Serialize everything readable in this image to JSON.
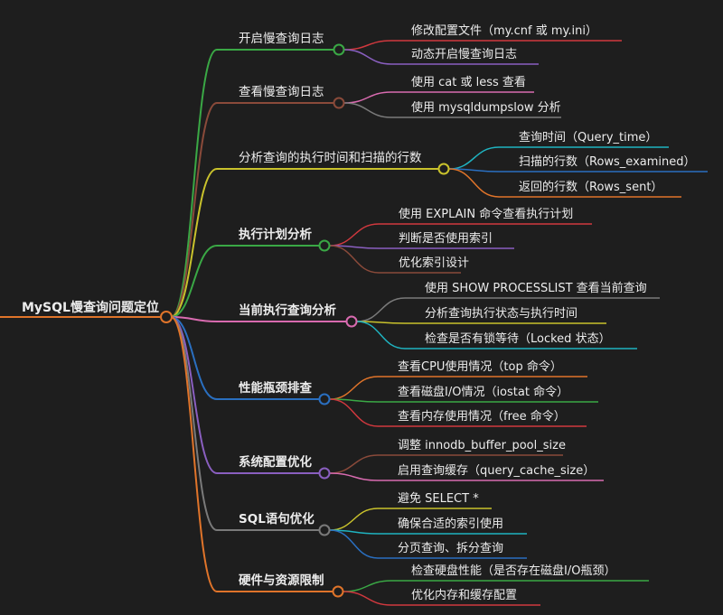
{
  "root": {
    "label": "MySQL慢查询问题定位",
    "color": "#e0742a"
  },
  "branches": [
    {
      "label": "开启慢查询日志",
      "bold": false,
      "color": "#3aa845",
      "node_color": "#3aa845",
      "children": [
        {
          "label": "修改配置文件（my.cnf 或 my.ini）",
          "color": "#d0383e"
        },
        {
          "label": "动态开启慢查询日志",
          "color": "#8a5fc0"
        }
      ]
    },
    {
      "label": "查看慢查询日志",
      "bold": false,
      "color": "#8a4a3a",
      "node_color": "#8a4a3a",
      "children": [
        {
          "label": "使用 cat 或 less 查看",
          "color": "#d96bb0"
        },
        {
          "label": "使用 mysqldumpslow 分析",
          "color": "#7a7a7a"
        }
      ]
    },
    {
      "label": "分析查询的执行时间和扫描的行数",
      "bold": false,
      "color": "#c9c22c",
      "node_color": "#c9c22c",
      "children": [
        {
          "label": "查询时间（Query_time）",
          "color": "#1fb3c0"
        },
        {
          "label": "扫描的行数（Rows_examined）",
          "color": "#2a6fc0"
        },
        {
          "label": "返回的行数（Rows_sent）",
          "color": "#e0742a"
        }
      ]
    },
    {
      "label": "执行计划分析",
      "bold": true,
      "color": "#3aa845",
      "node_color": "#3aa845",
      "children": [
        {
          "label": "使用 EXPLAIN 命令查看执行计划",
          "color": "#d0383e"
        },
        {
          "label": "判断是否使用索引",
          "color": "#8a5fc0"
        },
        {
          "label": "优化索引设计",
          "color": "#8a4a3a"
        }
      ]
    },
    {
      "label": "当前执行查询分析",
      "bold": true,
      "color": "#d96bb0",
      "node_color": "#d96bb0",
      "children": [
        {
          "label": "使用 SHOW PROCESSLIST 查看当前查询",
          "color": "#7a7a7a"
        },
        {
          "label": "分析查询执行状态与执行时间",
          "color": "#c9c22c"
        },
        {
          "label": "检查是否有锁等待（Locked 状态）",
          "color": "#1fb3c0"
        }
      ]
    },
    {
      "label": "性能瓶颈排查",
      "bold": true,
      "color": "#2a6fc0",
      "node_color": "#2a6fc0",
      "children": [
        {
          "label": "查看CPU使用情况（top 命令）",
          "color": "#e0742a"
        },
        {
          "label": "查看磁盘I/O情况（iostat 命令）",
          "color": "#3aa845"
        },
        {
          "label": "查看内存使用情况（free 命令）",
          "color": "#d0383e"
        }
      ]
    },
    {
      "label": "系统配置优化",
      "bold": true,
      "color": "#8a5fc0",
      "node_color": "#8a5fc0",
      "children": [
        {
          "label": "调整 innodb_buffer_pool_size",
          "color": "#8a4a3a"
        },
        {
          "label": "启用查询缓存（query_cache_size）",
          "color": "#d96bb0"
        }
      ]
    },
    {
      "label": "SQL语句优化",
      "bold": true,
      "color": "#7a7a7a",
      "node_color": "#7a7a7a",
      "children": [
        {
          "label": "避免 SELECT *",
          "color": "#c9c22c"
        },
        {
          "label": "确保合适的索引使用",
          "color": "#1fb3c0"
        },
        {
          "label": "分页查询、拆分查询",
          "color": "#2a6fc0"
        }
      ]
    },
    {
      "label": "硬件与资源限制",
      "bold": true,
      "color": "#e0742a",
      "node_color": "#e0742a",
      "children": [
        {
          "label": "检查硬盘性能（是否存在磁盘I/O瓶颈）",
          "color": "#3aa845"
        },
        {
          "label": "优化内存和缓存配置",
          "color": "#d0383e"
        }
      ]
    }
  ]
}
